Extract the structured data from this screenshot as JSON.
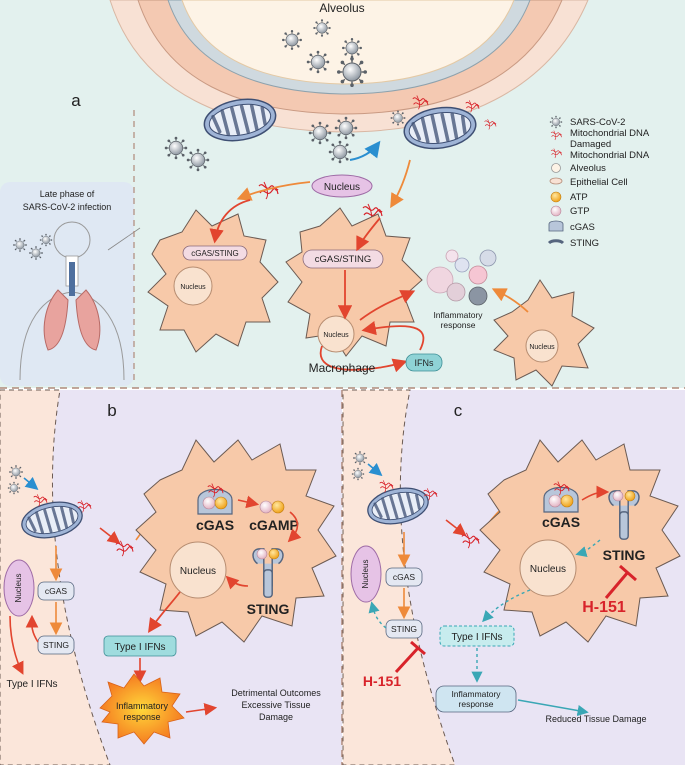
{
  "panel_a": {
    "label": "a",
    "alveolus_title": "Alveolus",
    "inset_text_line1": "Late phase of",
    "inset_text_line2": "SARS-CoV-2 infection",
    "nucleus_top": "Nucleus",
    "cgas_sting_1": "cGAS/STING",
    "cgas_sting_2": "cGAS/STING",
    "nucleus_1": "Nucleus",
    "nucleus_2": "Nucleus",
    "nucleus_3": "Nucleus",
    "ifns": "IFNs",
    "macrophage": "Macrophage",
    "inflammatory_line1": "Inflammatory",
    "inflammatory_line2": "response"
  },
  "legend": {
    "items": [
      {
        "label": "SARS-CoV-2",
        "icon": "virus-icon"
      },
      {
        "label": "Mitochondrial DNA",
        "icon": "mtdna-icon"
      },
      {
        "label": "Damaged",
        "icon": "damaged-mtdna-icon"
      },
      {
        "label": "Mitochondrial DNA",
        "icon": ""
      },
      {
        "label": "Alveolus",
        "icon": "alveolus-icon"
      },
      {
        "label": "Epithelial Cell",
        "icon": "epithelial-cell-icon"
      },
      {
        "label": "ATP",
        "icon": "atp-icon"
      },
      {
        "label": "GTP",
        "icon": "gtp-icon"
      },
      {
        "label": "cGAS",
        "icon": "cgas-icon"
      },
      {
        "label": "STING",
        "icon": "sting-icon"
      }
    ]
  },
  "panel_b": {
    "label": "b",
    "nucleus_left": "Nucleus",
    "cgas_small": "cGAS",
    "sting_small": "STING",
    "type1_ifns_left": "Type I IFNs",
    "cgas_big": "cGAS",
    "cgamp": "cGAMP",
    "nucleus_big": "Nucleus",
    "sting_big": "STING",
    "type1_ifns_box": "Type I IFNs",
    "inflammatory_line1": "Inflammatory",
    "inflammatory_line2": "response",
    "outcome_line1": "Detrimental Outcomes",
    "outcome_line2": "Excessive Tissue",
    "outcome_line3": "Damage"
  },
  "panel_c": {
    "label": "c",
    "nucleus_left": "Nucleus",
    "cgas_small": "cGAS",
    "sting_small": "STING",
    "inhibitor_left": "H-151",
    "cgas_big": "cGAS",
    "sting_big": "STING",
    "nucleus_big": "Nucleus",
    "inhibitor_right": "H-151",
    "type1_ifns_box": "Type I IFNs",
    "inflammatory_line1": "Inflammatory",
    "inflammatory_line2": "response",
    "outcome": "Reduced Tissue Damage"
  },
  "colors": {
    "background_a": "#e3f1ee",
    "cell": "#f7c9a9",
    "cell_stroke": "#6b5a52",
    "arrow_red": "#e2452f",
    "arrow_orange": "#ee8a3a",
    "inhibit_red": "#d8232a",
    "teal": "#7cc9cf",
    "dashed_teal": "#5ab5c0"
  }
}
